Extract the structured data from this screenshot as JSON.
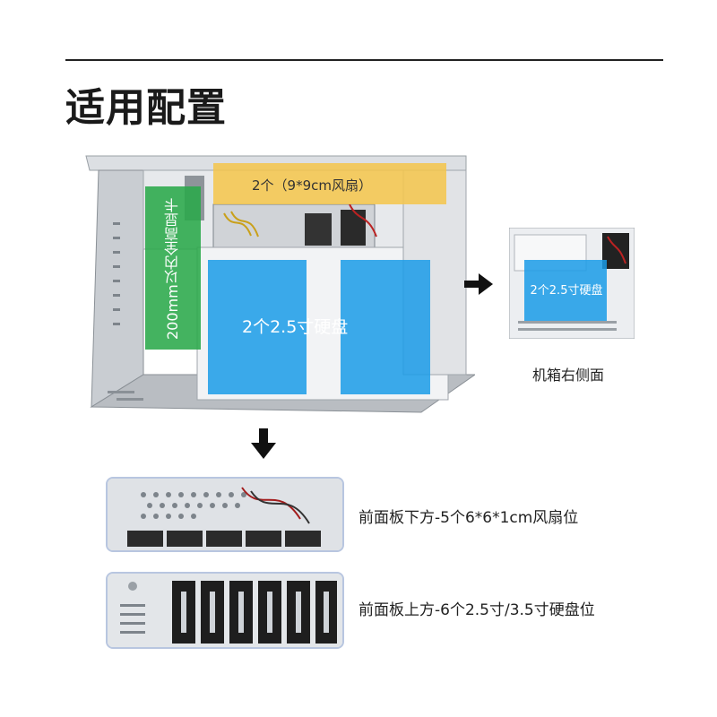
{
  "title": "适用配置",
  "top_fan_label": "2个（9*9cm风扇）",
  "gpu_label": "200mm以内全高显卡",
  "hdd_label": "2个2.5寸硬盘",
  "side_view": {
    "hdd_label": "2个2.5寸硬盘",
    "caption": "机箱右侧面"
  },
  "bottom": {
    "fans_caption": "前面板下方-5个6*6*1cm风扇位",
    "bays_caption": "前面板上方-6个2.5寸/3.5寸硬盘位"
  },
  "colors": {
    "fan_highlight": "#f4c64a",
    "gpu_highlight": "#2aa84a",
    "hdd_highlight": "#1a9be8",
    "panel_border": "#b8c6e0"
  },
  "icons": [
    "arrow-right-icon",
    "arrow-down-icon"
  ]
}
